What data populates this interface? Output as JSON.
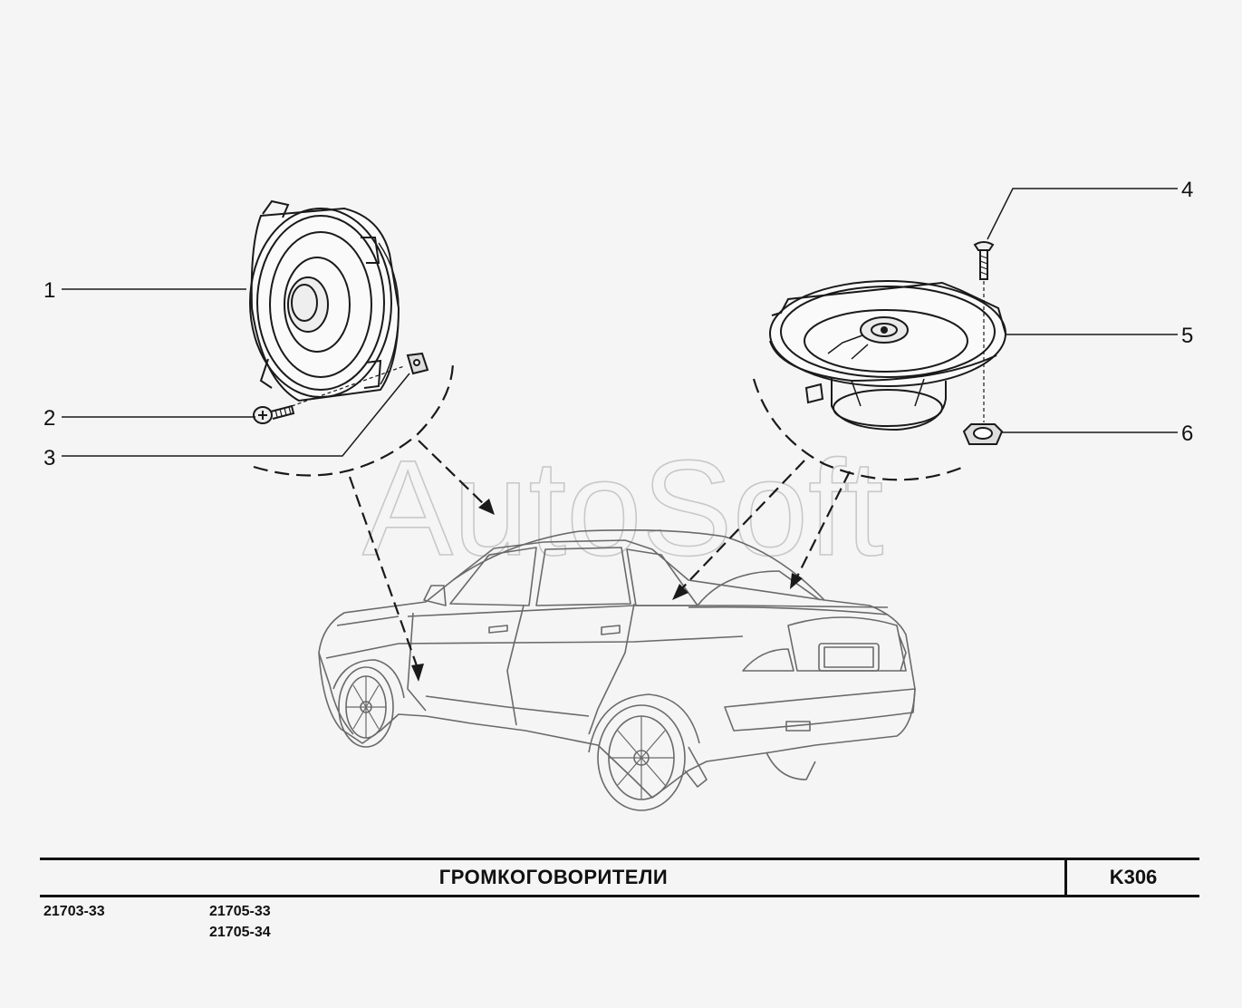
{
  "watermark": "AutoSoft",
  "callouts": [
    "1",
    "2",
    "3",
    "4",
    "5",
    "6"
  ],
  "title": "ГРОМКОГОВОРИТЕЛИ",
  "page_code": "K306",
  "models": {
    "col1": [
      "21703-33"
    ],
    "col2": [
      "21705-33",
      "21705-34"
    ]
  },
  "colors": {
    "line": "#1a1a1a",
    "car_line": "#6a6a6a",
    "background": "#f5f5f5",
    "watermark": "#c8c8c8"
  }
}
